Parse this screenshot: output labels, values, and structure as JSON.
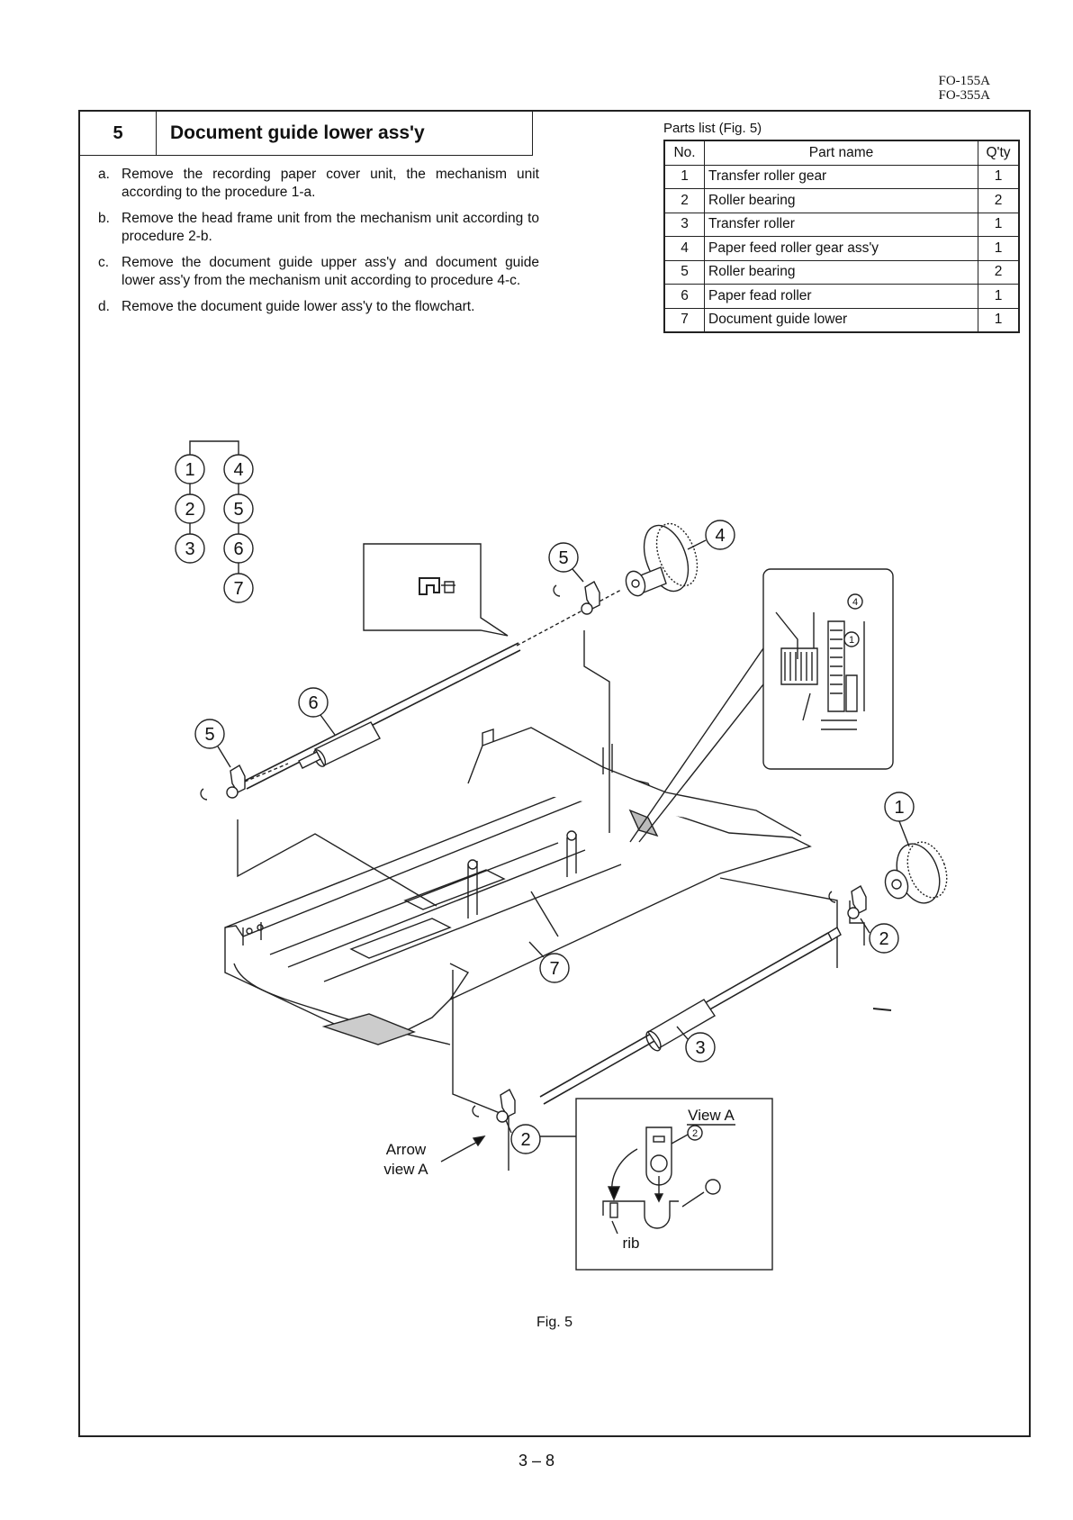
{
  "header": {
    "model_lines": [
      "FO-155A",
      "FO-355A"
    ]
  },
  "section": {
    "number": "5",
    "title": "Document guide lower ass'y"
  },
  "steps": [
    {
      "label": "a.",
      "text": "Remove the recording paper cover unit, the mechanism unit according to the procedure 1-a."
    },
    {
      "label": "b.",
      "text": "Remove the head frame unit from the mechanism unit according to procedure 2-b."
    },
    {
      "label": "c.",
      "text": "Remove the document guide upper ass'y and document guide lower ass'y from the mechanism unit according to procedure 4-c."
    },
    {
      "label": "d.",
      "text": "Remove the document guide lower ass'y to the flowchart."
    }
  ],
  "parts_list": {
    "caption": "Parts list (Fig. 5)",
    "headers": [
      "No.",
      "Part name",
      "Q'ty"
    ],
    "rows": [
      [
        "1",
        "Transfer roller gear",
        "1"
      ],
      [
        "2",
        "Roller bearing",
        "2"
      ],
      [
        "3",
        "Transfer roller",
        "1"
      ],
      [
        "4",
        "Paper feed roller gear ass'y",
        "1"
      ],
      [
        "5",
        "Roller bearing",
        "2"
      ],
      [
        "6",
        "Paper fead roller",
        "1"
      ],
      [
        "7",
        "Document guide lower",
        "1"
      ]
    ]
  },
  "figure": {
    "flowchart_left": [
      "1",
      "2",
      "3"
    ],
    "flowchart_right": [
      "4",
      "5",
      "6",
      "7"
    ],
    "callouts": [
      "1",
      "2",
      "2",
      "3",
      "4",
      "5",
      "5",
      "6",
      "7"
    ],
    "inset_callouts": [
      "4",
      "1"
    ],
    "arrow_view_lines": [
      "Arrow",
      "view A"
    ],
    "view_a_label": "View A",
    "view_a_callout": "2",
    "rib_label": "rib",
    "caption": "Fig. 5"
  },
  "footer": {
    "page_number": "3 – 8"
  }
}
